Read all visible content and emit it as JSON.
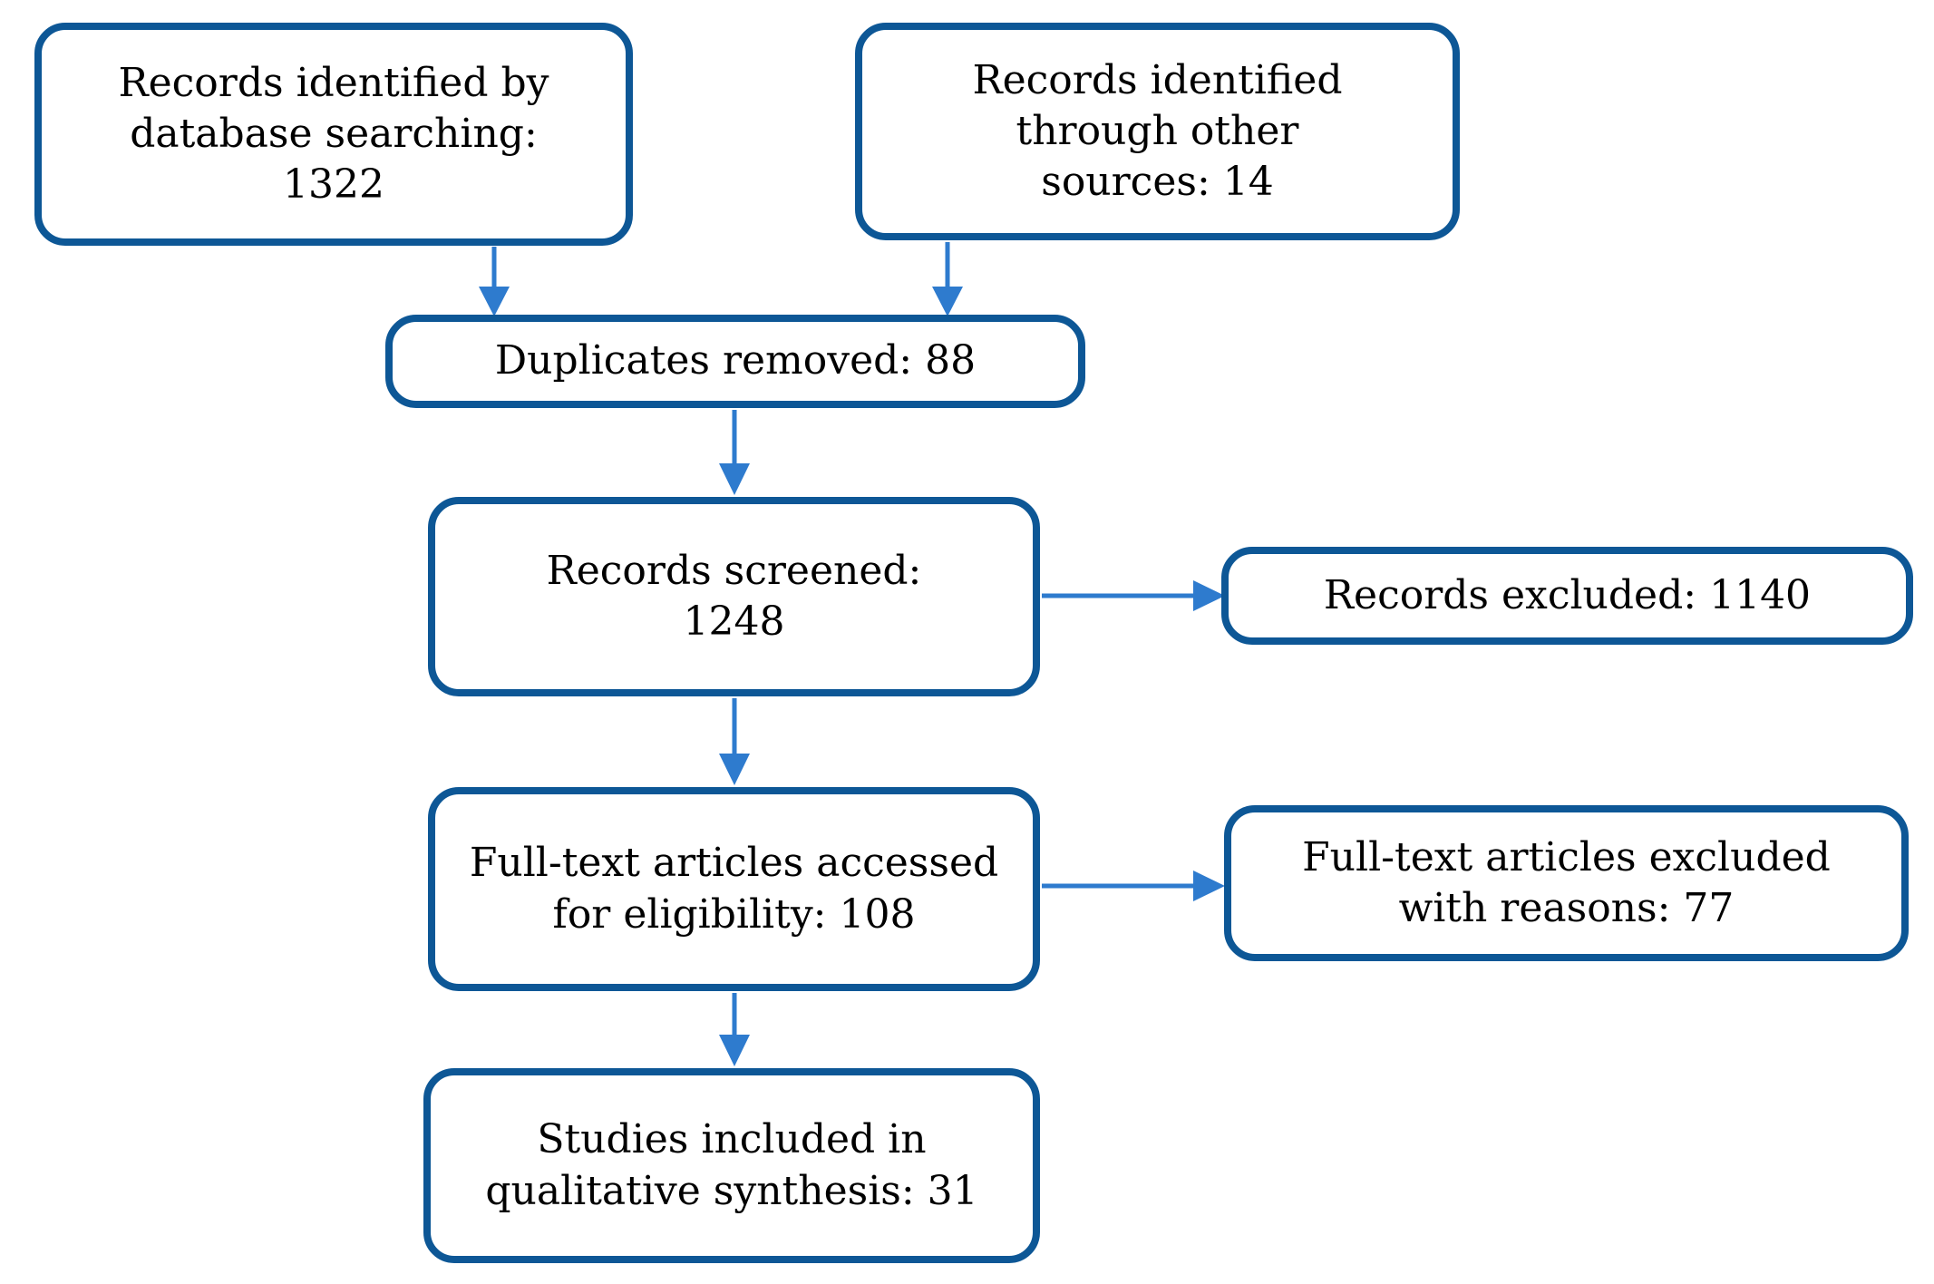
{
  "diagram": {
    "type": "flowchart",
    "colors": {
      "box_border": "#0D5796",
      "arrow": "#2E7BCE",
      "text": "#000000",
      "background": "#FFFFFF"
    },
    "nodes": {
      "records_db": {
        "label": "Records identified by\ndatabase searching:\n1322",
        "value": 1322
      },
      "records_other": {
        "label": "Records identified\nthrough other\nsources: 14",
        "value": 14
      },
      "duplicates": {
        "label": "Duplicates removed: 88",
        "value": 88
      },
      "screened": {
        "label": "Records screened:\n1248",
        "value": 1248
      },
      "excluded": {
        "label": "Records excluded: 1140",
        "value": 1140
      },
      "fulltext": {
        "label": "Full-text articles accessed\nfor eligibility: 108",
        "value": 108
      },
      "fulltext_excluded": {
        "label": "Full-text articles excluded\nwith reasons: 77",
        "value": 77
      },
      "included": {
        "label": "Studies included in\nqualitative synthesis: 31",
        "value": 31
      }
    },
    "edges": [
      {
        "from": "records_db",
        "to": "duplicates"
      },
      {
        "from": "records_other",
        "to": "duplicates"
      },
      {
        "from": "duplicates",
        "to": "screened"
      },
      {
        "from": "screened",
        "to": "excluded"
      },
      {
        "from": "screened",
        "to": "fulltext"
      },
      {
        "from": "fulltext",
        "to": "fulltext_excluded"
      },
      {
        "from": "fulltext",
        "to": "included"
      }
    ]
  }
}
